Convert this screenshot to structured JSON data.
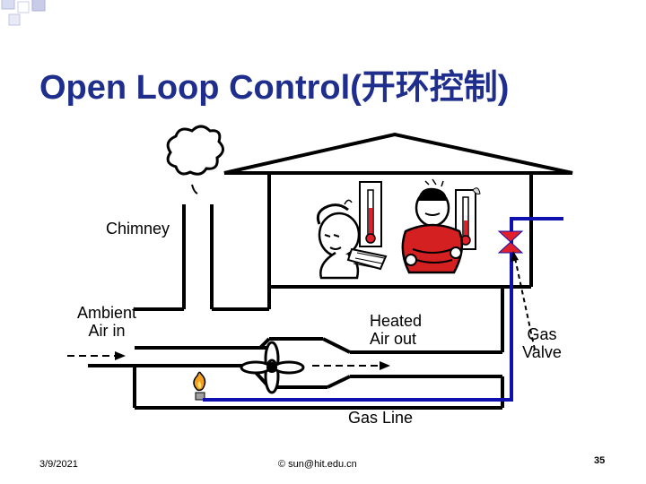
{
  "slide": {
    "title": "Open Loop Control(开环控制)",
    "footer": {
      "date": "3/9/2021",
      "credit": "© sun@hit.edu.cn",
      "page": "35"
    }
  },
  "diagram": {
    "labels": {
      "chimney": "Chimney",
      "ambient_line1": "Ambient",
      "ambient_line2": "Air in",
      "heated_line1": "Heated",
      "heated_line2": "Air out",
      "gas_valve_line1": "Gas",
      "gas_valve_line2": "Valve",
      "gas_line": "Gas Line"
    }
  },
  "colors": {
    "title": "#1f2e8c",
    "gas_line": "#1010b0",
    "valve": "#e0202a",
    "person_shirt": "#d42020"
  }
}
